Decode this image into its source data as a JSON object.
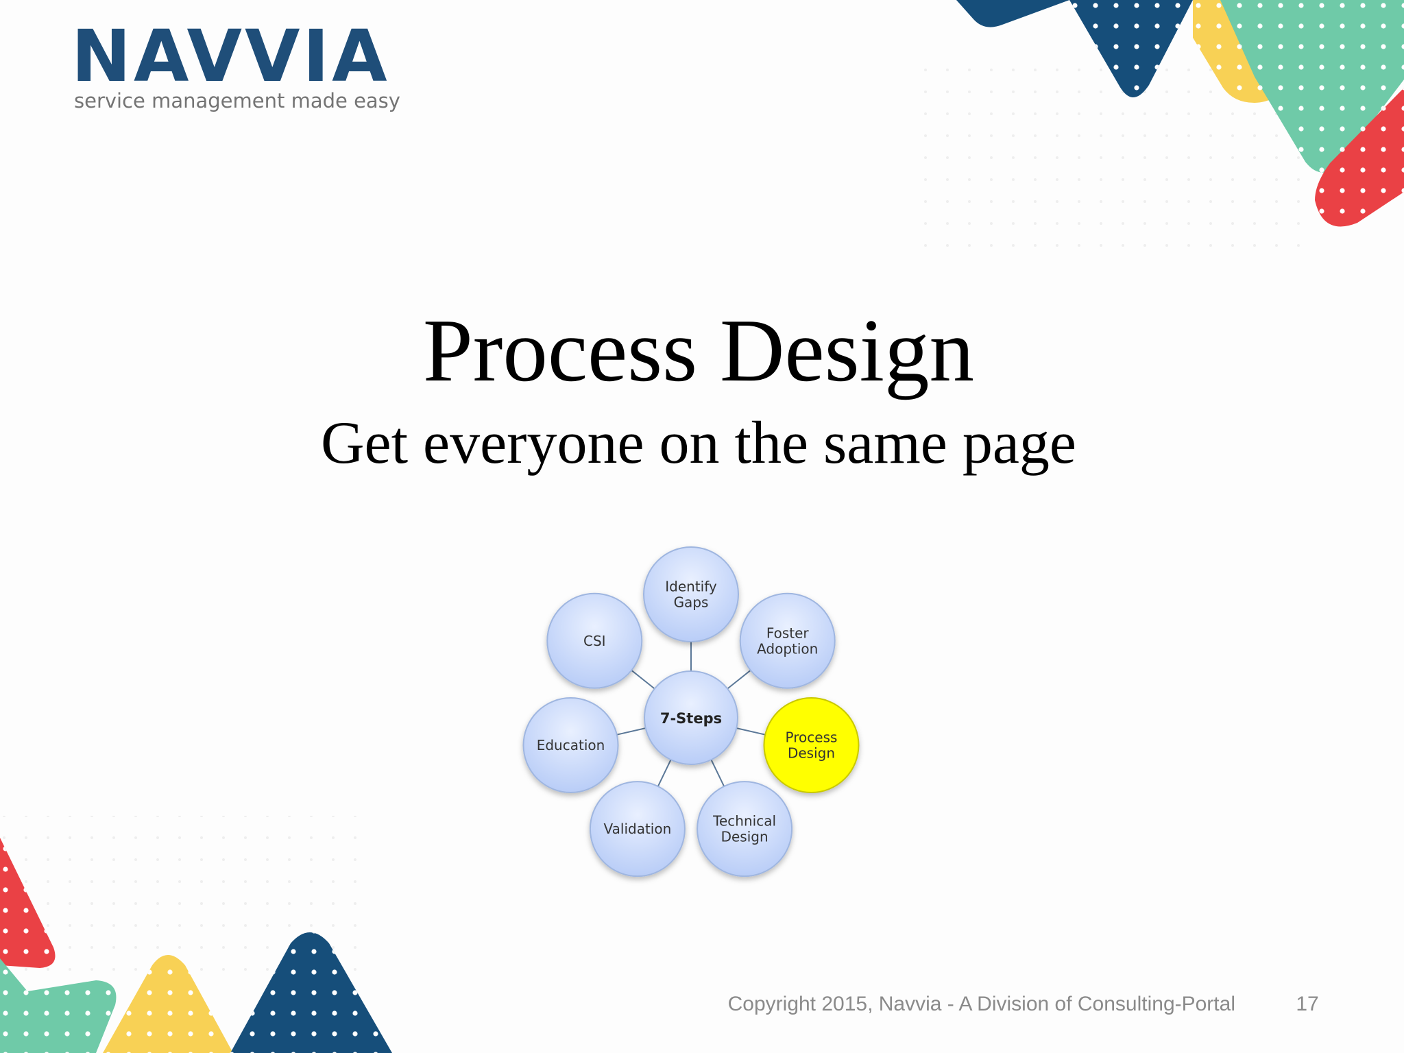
{
  "logo": {
    "wordmark": "NAVVIA",
    "tagline": "service management made easy"
  },
  "slide": {
    "title": "Process Design",
    "subtitle": "Get everyone on the same page"
  },
  "diagram": {
    "center": "7-Steps",
    "nodes": [
      {
        "lines": [
          "Identify",
          "Gaps"
        ],
        "highlighted": false
      },
      {
        "lines": [
          "Foster",
          "Adoption"
        ],
        "highlighted": false
      },
      {
        "lines": [
          "Process",
          "Design"
        ],
        "highlighted": true
      },
      {
        "lines": [
          "Technical",
          "Design"
        ],
        "highlighted": false
      },
      {
        "lines": [
          "Validation"
        ],
        "highlighted": false
      },
      {
        "lines": [
          "Education"
        ],
        "highlighted": false
      },
      {
        "lines": [
          "CSI"
        ],
        "highlighted": false
      }
    ]
  },
  "footer": {
    "copyright": "Copyright 2015, Navvia - A Division of Consulting-Portal",
    "page_number": "17"
  },
  "colors": {
    "navy": "#164e7a",
    "yellow": "#f8d155",
    "teal": "#6fcaa8",
    "red": "#ea4145",
    "node_fill": "#c7d8fb",
    "highlight_fill": "#ffff00"
  }
}
